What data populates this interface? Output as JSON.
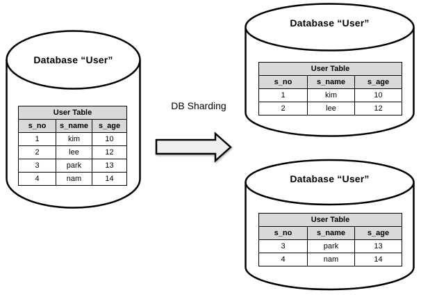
{
  "process": {
    "label": "DB Sharding"
  },
  "source_db": {
    "title": "Database “User”",
    "table": {
      "title": "User Table",
      "columns": [
        "s_no",
        "s_name",
        "s_age"
      ],
      "rows": [
        [
          "1",
          "kim",
          "10"
        ],
        [
          "2",
          "lee",
          "12"
        ],
        [
          "3",
          "park",
          "13"
        ],
        [
          "4",
          "nam",
          "14"
        ]
      ]
    }
  },
  "shard1_db": {
    "title": "Database “User”",
    "table": {
      "title": "User Table",
      "columns": [
        "s_no",
        "s_name",
        "s_age"
      ],
      "rows": [
        [
          "1",
          "kim",
          "10"
        ],
        [
          "2",
          "lee",
          "12"
        ]
      ]
    }
  },
  "shard2_db": {
    "title": "Database “User”",
    "table": {
      "title": "User Table",
      "columns": [
        "s_no",
        "s_name",
        "s_age"
      ],
      "rows": [
        [
          "3",
          "park",
          "13"
        ],
        [
          "4",
          "nam",
          "14"
        ]
      ]
    }
  },
  "colors": {
    "table_header_bg": "#d9d9d9",
    "arrow_fill": "#efefef",
    "outline": "#000000",
    "background": "#ffffff"
  }
}
